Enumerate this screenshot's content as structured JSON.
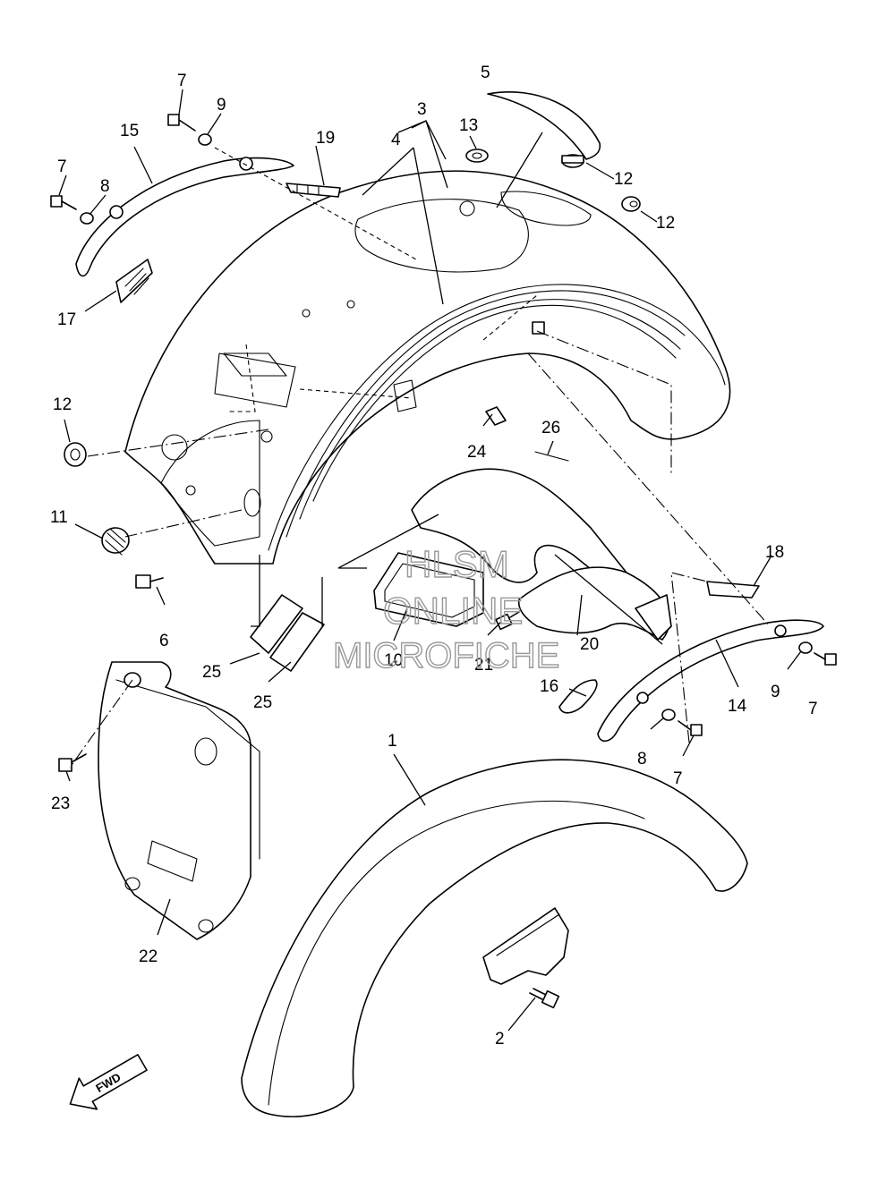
{
  "callouts": [
    {
      "id": "p1",
      "label": "1"
    },
    {
      "id": "p2",
      "label": "2"
    },
    {
      "id": "p3",
      "label": "3"
    },
    {
      "id": "p4",
      "label": "4"
    },
    {
      "id": "p5",
      "label": "5"
    },
    {
      "id": "p6",
      "label": "6"
    },
    {
      "id": "p7a",
      "label": "7"
    },
    {
      "id": "p7b",
      "label": "7"
    },
    {
      "id": "p7c",
      "label": "7"
    },
    {
      "id": "p7d",
      "label": "7"
    },
    {
      "id": "p8a",
      "label": "8"
    },
    {
      "id": "p8b",
      "label": "8"
    },
    {
      "id": "p9a",
      "label": "9"
    },
    {
      "id": "p9b",
      "label": "9"
    },
    {
      "id": "p10",
      "label": "10"
    },
    {
      "id": "p11",
      "label": "11"
    },
    {
      "id": "p12a",
      "label": "12"
    },
    {
      "id": "p12b",
      "label": "12"
    },
    {
      "id": "p12c",
      "label": "12"
    },
    {
      "id": "p13",
      "label": "13"
    },
    {
      "id": "p14",
      "label": "14"
    },
    {
      "id": "p15",
      "label": "15"
    },
    {
      "id": "p16",
      "label": "16"
    },
    {
      "id": "p17",
      "label": "17"
    },
    {
      "id": "p18",
      "label": "18"
    },
    {
      "id": "p19",
      "label": "19"
    },
    {
      "id": "p20",
      "label": "20"
    },
    {
      "id": "p21",
      "label": "21"
    },
    {
      "id": "p22",
      "label": "22"
    },
    {
      "id": "p23",
      "label": "23"
    },
    {
      "id": "p24",
      "label": "24"
    },
    {
      "id": "p25a",
      "label": "25"
    },
    {
      "id": "p25b",
      "label": "25"
    },
    {
      "id": "p26",
      "label": "26"
    }
  ],
  "fwd_arrow": "FWD",
  "watermark": {
    "line1": "HLSM",
    "line2": "ONLINE",
    "line3": "MICROFICHE"
  }
}
